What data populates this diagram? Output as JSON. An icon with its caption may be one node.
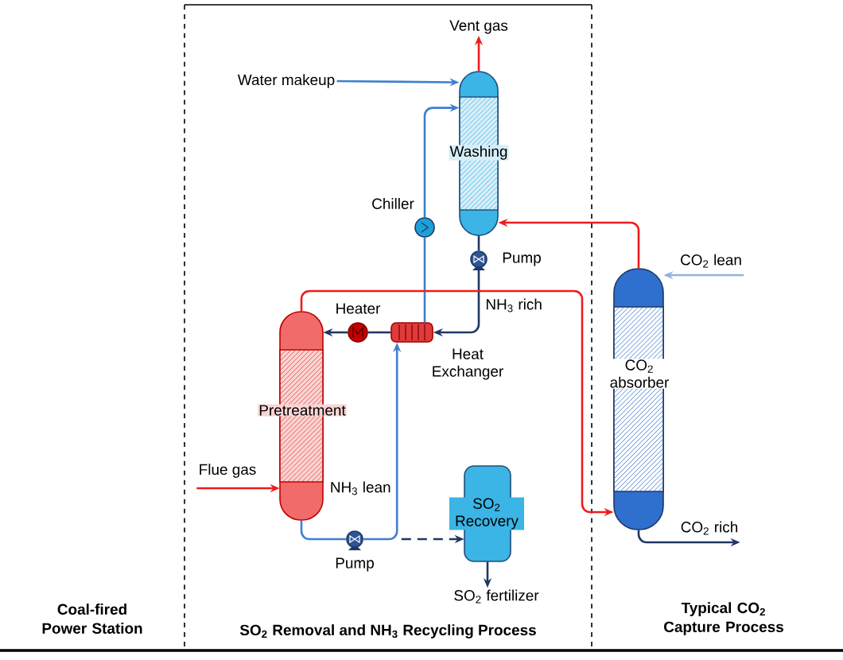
{
  "diagram": {
    "nodes": [
      {
        "text": [
          "Vent gas"
        ]
      },
      {
        "text": [
          "Water makeup"
        ]
      },
      {
        "text": [
          "Washing"
        ]
      },
      {
        "text": [],
        "shape": "circle",
        "beside": [
          "Chiller"
        ]
      },
      {
        "text": [],
        "shape": "circle",
        "beside": [
          "Pump"
        ]
      },
      {
        "text": [],
        "shape": "circle",
        "beside": [
          "Heater"
        ]
      },
      {
        "text": [],
        "shape": "box",
        "beside": [
          "Heat Exchanger"
        ]
      },
      {
        "text": [
          "Pretreatment"
        ]
      },
      {
        "text": [
          "CO$_{2}$ absorber"
        ]
      },
      {
        "text": [
          "CO$_{2}$ lean"
        ]
      },
      {
        "text": [
          "Flue gas"
        ]
      },
      {
        "text": [],
        "shape": "circle",
        "beside": [
          "Pump"
        ]
      },
      {
        "text": [
          "SO$_{2}$ Recovery"
        ]
      },
      {
        "text": [
          "SO$_{2}$ fertilizer"
        ]
      },
      {
        "text": [
          "CO$_{2}$ rich"
        ]
      }
    ],
    "edges": [
      {
        "from": 2,
        "to": 0,
        "arrow": "to",
        "color": "#ee1c1c"
      },
      {
        "from": 1,
        "to": 2,
        "arrow": "to",
        "color": "#3f7fd0"
      },
      {
        "from": 6,
        "to": 3,
        "arrow": "none",
        "color": "#3f7fd0"
      },
      {
        "from": 3,
        "to": 2,
        "arrow": "to",
        "color": "#3f7fd0"
      },
      {
        "from": 2,
        "to": 4,
        "arrow": "none"
      },
      {
        "from": 4,
        "to": 6,
        "arrow": "to",
        "label": "NH$_{3}$ rich"
      },
      {
        "from": 6,
        "to": 5,
        "arrow": "none"
      },
      {
        "from": 5,
        "to": 7,
        "arrow": "to"
      },
      {
        "from": 7,
        "to": 11,
        "arrow": "none",
        "color": "#3f7fd0"
      },
      {
        "from": 11,
        "to": 6,
        "arrow": "to",
        "label": "NH$_{3}$ lean",
        "color": "#3f7fd0"
      },
      {
        "from": 11,
        "to": 12,
        "arrow": "to",
        "style": "dashed"
      },
      {
        "from": 12,
        "to": 13,
        "arrow": "to"
      },
      {
        "from": 10,
        "to": 7,
        "arrow": "to",
        "color": "#ee1c1c"
      },
      {
        "from": 7,
        "to": 8,
        "arrow": "to",
        "color": "#ee1c1c"
      },
      {
        "from": 8,
        "to": 2,
        "arrow": "to",
        "color": "#ee1c1c"
      },
      {
        "from": 9,
        "to": 8,
        "arrow": "to",
        "color": "#8db4e2"
      },
      {
        "from": 8,
        "to": 14,
        "arrow": "to"
      }
    ],
    "labels": [
      "Coal-fired Power Station",
      "SO$_{2}$ Removal and NH$_{3}$ Recycling Process",
      "Typical CO$_{2}$ Capture Process"
    ]
  }
}
